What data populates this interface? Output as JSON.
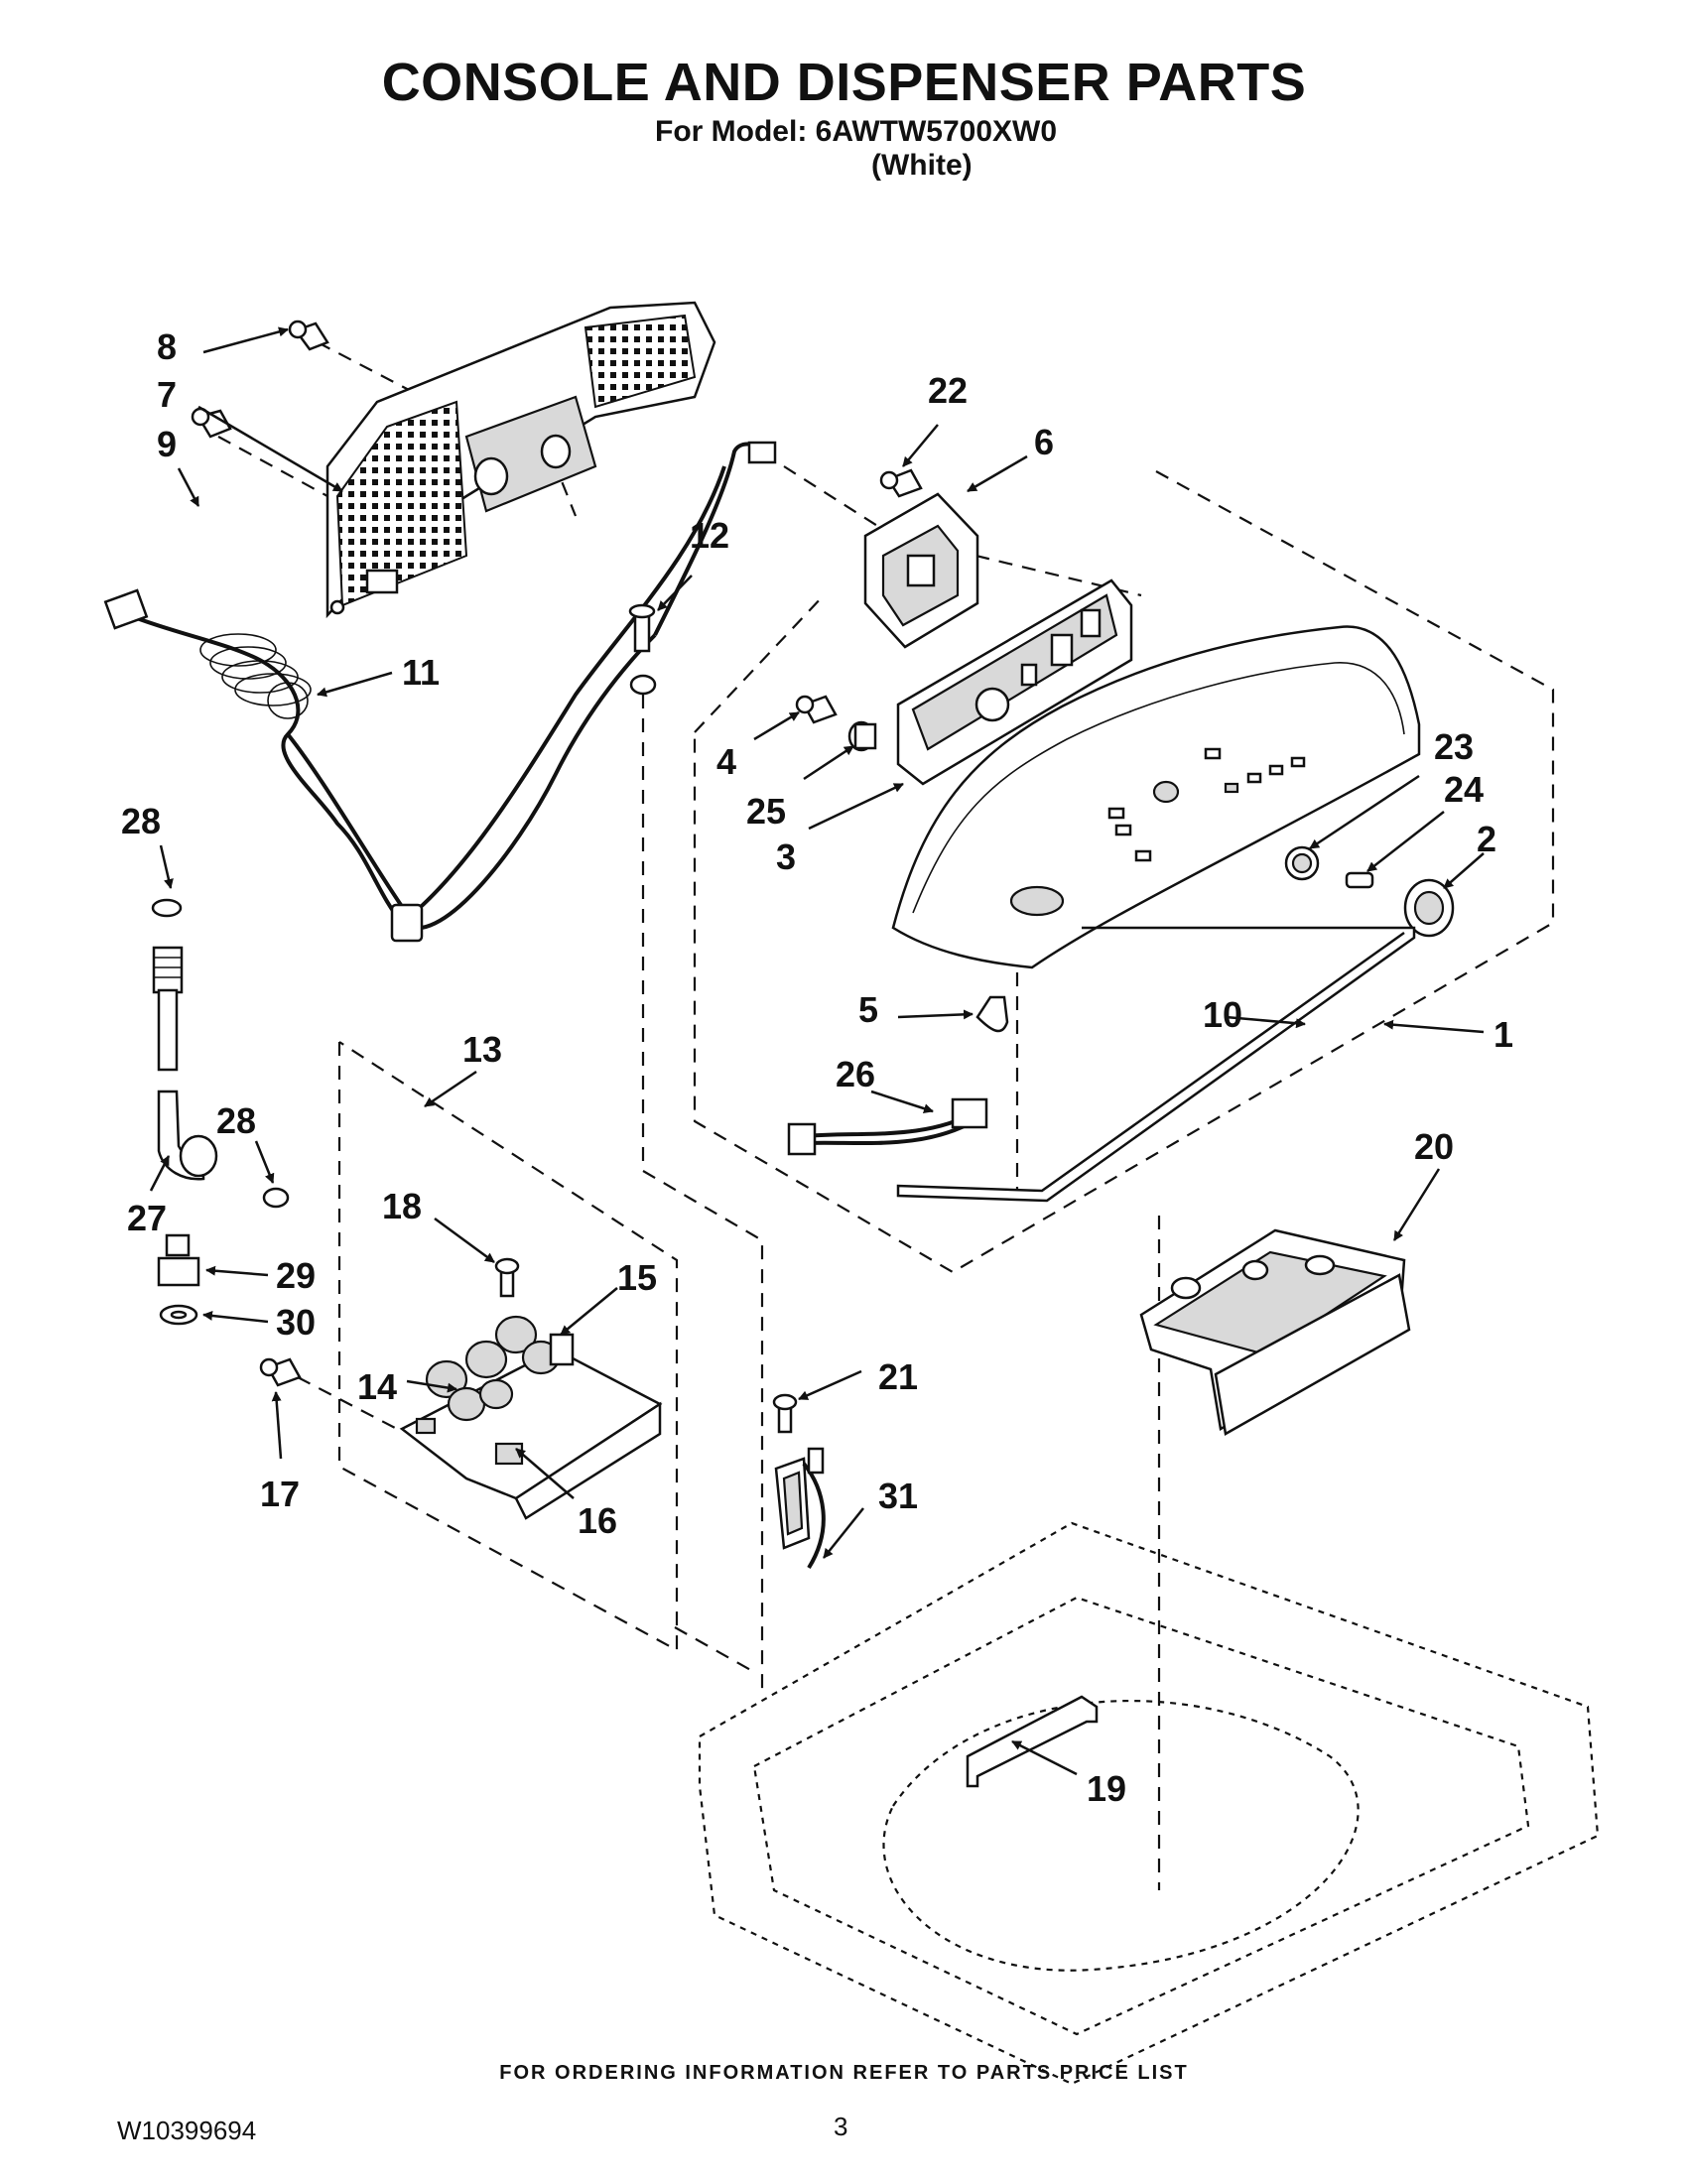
{
  "header": {
    "title": "CONSOLE AND DISPENSER PARTS",
    "model_line": "For Model: 6AWTW5700XW0",
    "color_line": "(White)"
  },
  "footer": {
    "ordering_note": "FOR ORDERING INFORMATION REFER TO PARTS PRICE LIST",
    "document_id": "W10399694",
    "page_number": "3"
  },
  "callouts": {
    "c1": "1",
    "c2": "2",
    "c3": "3",
    "c4": "4",
    "c5": "5",
    "c6": "6",
    "c7": "7",
    "c8": "8",
    "c9": "9",
    "c10": "10",
    "c11": "11",
    "c12": "12",
    "c13": "13",
    "c14": "14",
    "c15": "15",
    "c16": "16",
    "c17": "17",
    "c18": "18",
    "c19": "19",
    "c20": "20",
    "c21": "21",
    "c22": "22",
    "c23": "23",
    "c24": "24",
    "c25": "25",
    "c26": "26",
    "c27": "27",
    "c28a": "28",
    "c28b": "28",
    "c29": "29",
    "c30": "30",
    "c31": "31"
  }
}
